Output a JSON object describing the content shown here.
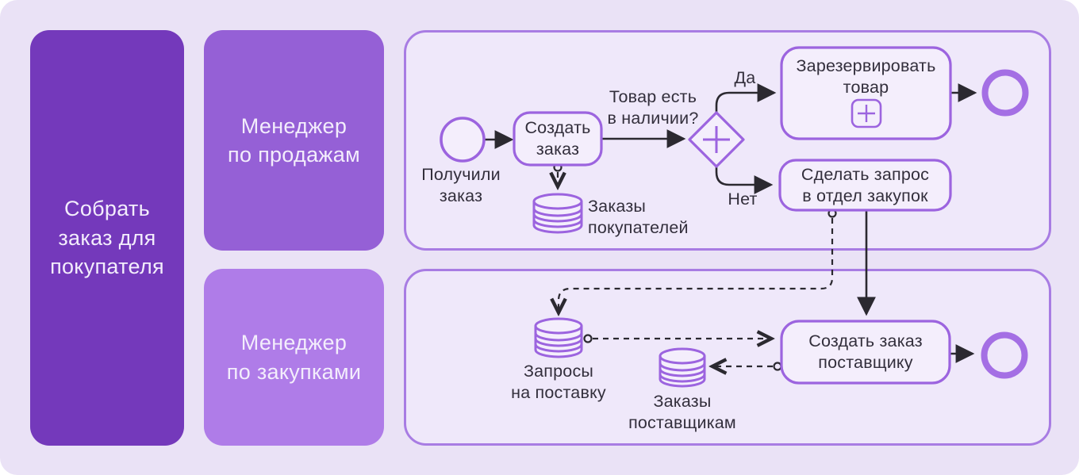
{
  "colors": {
    "canvas-bg": "#EAE2F6",
    "pool-bg": "#7439BB",
    "lane1-label-bg": "#9560D6",
    "lane2-label-bg": "#AF7CE8",
    "lane-border": "#A87CE3",
    "lane-fill": "#EFE8FA",
    "shape-stroke": "#9C64DF",
    "shape-fill": "#F4EEFC",
    "end-event-stroke": "#A46FE4",
    "connector": "#2B2930",
    "flow-text": "#332F3C",
    "block-text": "#F3EDFC"
  },
  "pool": {
    "lines": [
      "Собрать",
      "заказ для",
      "покупателя"
    ]
  },
  "lanes": {
    "sales": {
      "lines": [
        "Менеджер",
        "по продажам"
      ]
    },
    "purchasing": {
      "lines": [
        "Менеджер",
        "по закупками"
      ]
    }
  },
  "flow": {
    "start": {
      "lines": [
        "Получили",
        "заказ"
      ]
    },
    "create_order": {
      "lines": [
        "Создать",
        "заказ"
      ]
    },
    "question": {
      "lines": [
        "Товар есть",
        "в наличии?"
      ]
    },
    "yes": "Да",
    "no": "Нет",
    "reserve": {
      "lines": [
        "Зарезервировать",
        "товар"
      ]
    },
    "request": {
      "lines": [
        "Сделать запрос",
        "в отдел закупок"
      ]
    },
    "supplier_order": {
      "lines": [
        "Создать заказ",
        "поставщику"
      ]
    },
    "customer_orders_db": {
      "lines": [
        "Заказы",
        "покупателей"
      ]
    },
    "supply_requests_db": {
      "lines": [
        "Запросы",
        "на поставку"
      ]
    },
    "supplier_orders_db": {
      "lines": [
        "Заказы",
        "поставщикам"
      ]
    }
  }
}
